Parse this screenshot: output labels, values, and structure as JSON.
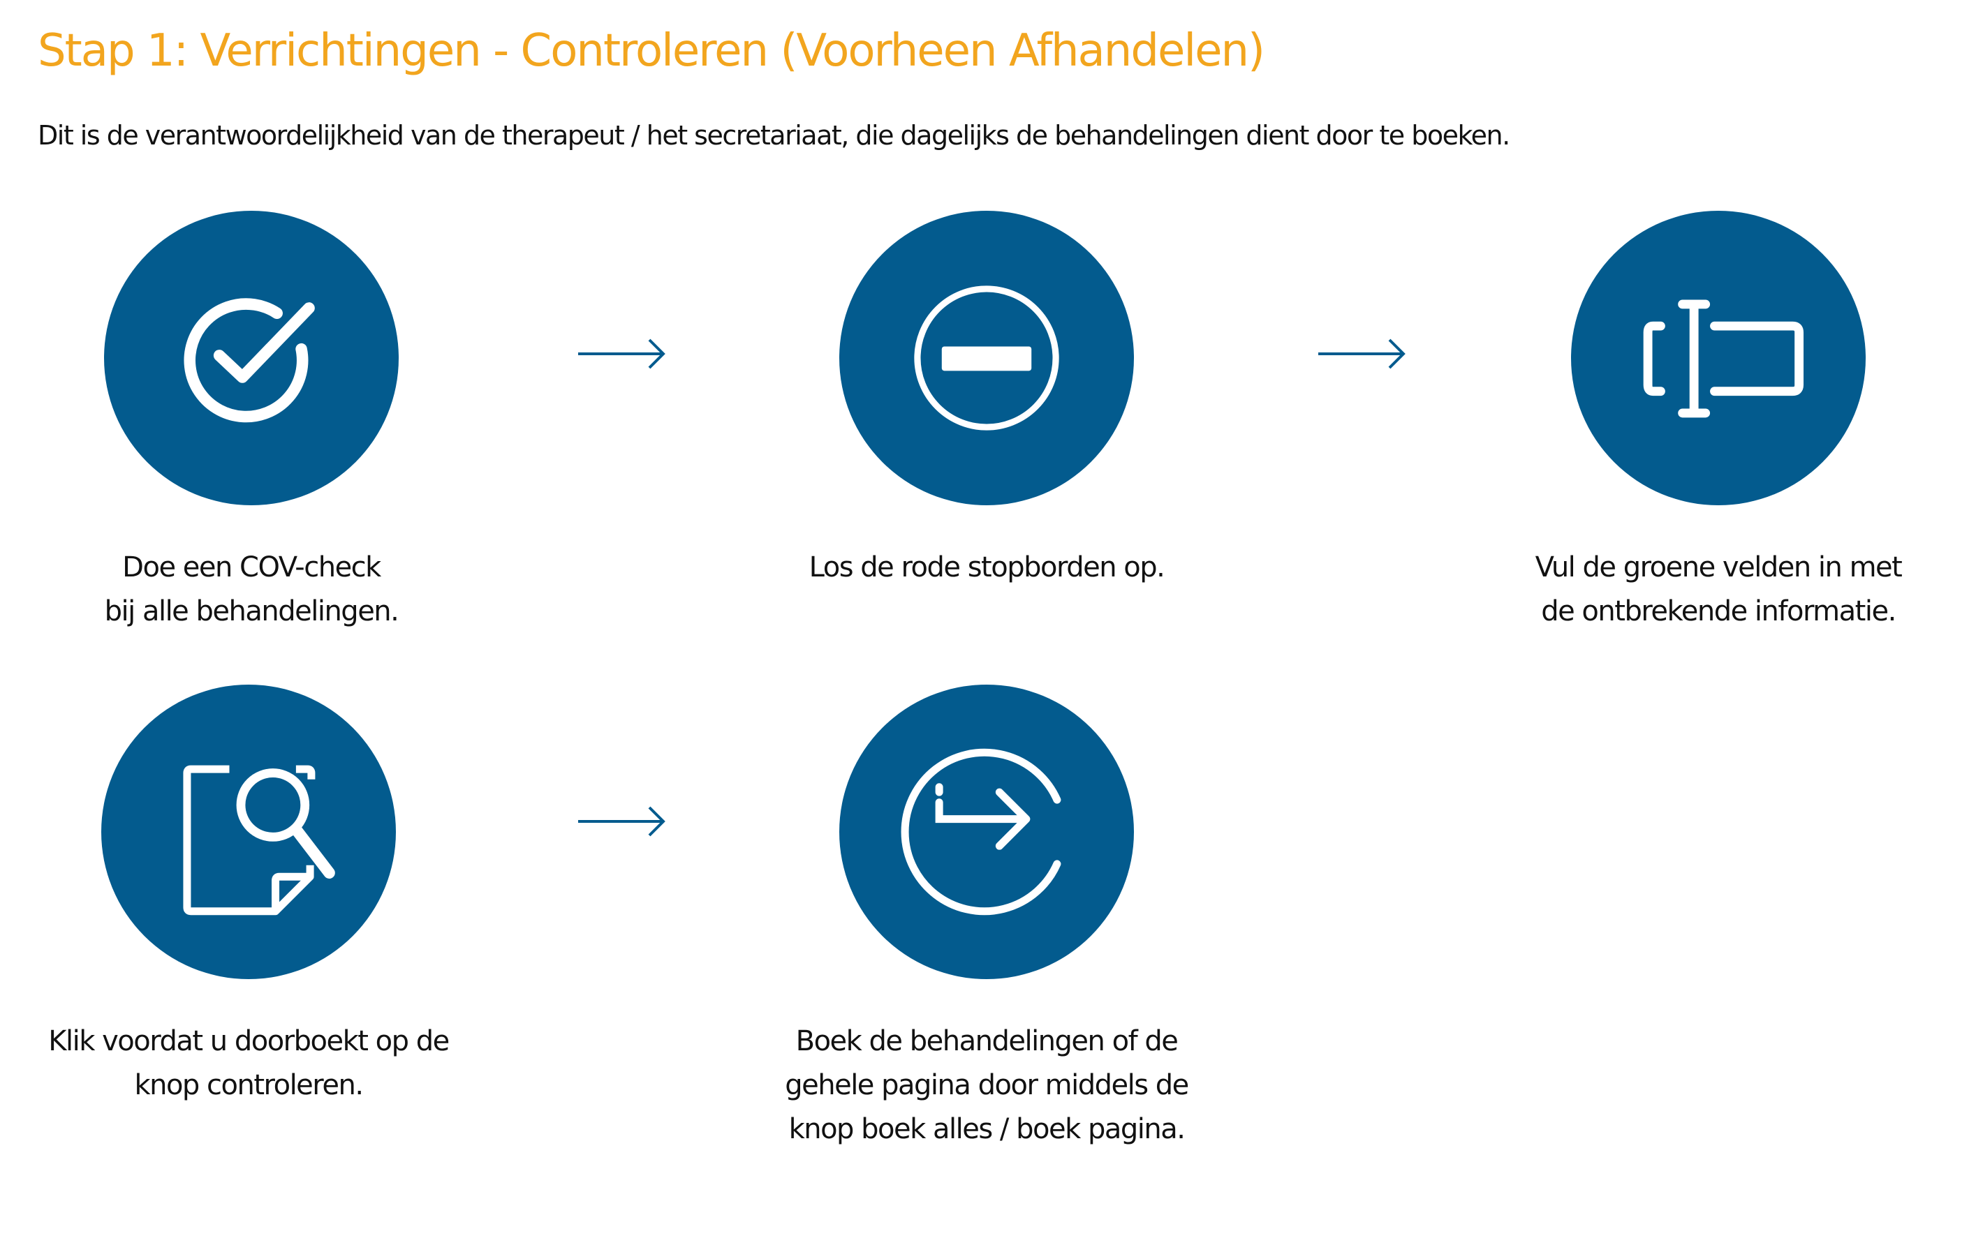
{
  "title": "Stap 1: Verrichtingen - Controleren (Voorheen Afhandelen)",
  "intro": "Dit is de verantwoordelijkheid van de therapeut / het secretariaat, die dagelijks de behandelingen dient door te boeken.",
  "colors": {
    "title": "#F2A51E",
    "circle": "#035B8E",
    "arrow": "#035B8E"
  },
  "steps": [
    {
      "icon": "check-circle-icon",
      "lines": [
        "Doe een COV-check",
        "bij alle behandelingen."
      ]
    },
    {
      "icon": "stop-sign-icon",
      "lines": [
        "Los de rode stopborden op."
      ]
    },
    {
      "icon": "text-field-icon",
      "lines": [
        "Vul de groene  velden in met",
        "de ontbrekende informatie."
      ]
    },
    {
      "icon": "document-search-icon",
      "lines": [
        "Klik voordat u doorboekt op de",
        "knop controleren."
      ]
    },
    {
      "icon": "book-forward-icon",
      "lines": [
        "Boek de behandelingen of de",
        "gehele pagina door middels de",
        "knop boek alles / boek pagina."
      ]
    }
  ]
}
